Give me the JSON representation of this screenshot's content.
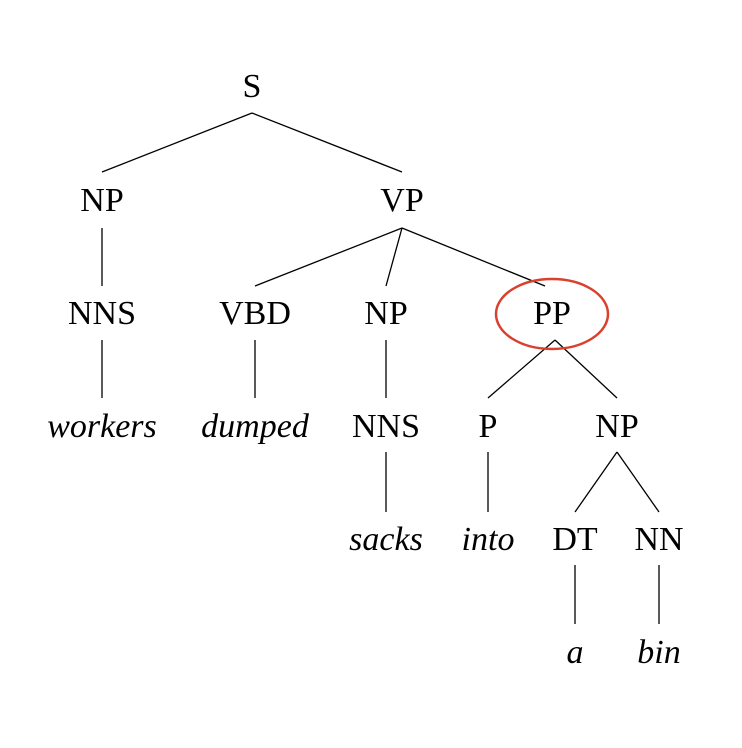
{
  "tree": {
    "nodes": {
      "s": "S",
      "np_subj": "NP",
      "vp": "VP",
      "nns_subj": "NNS",
      "vbd": "VBD",
      "np_obj": "NP",
      "pp": "PP",
      "nns_obj": "NNS",
      "p": "P",
      "np_pp": "NP",
      "dt": "DT",
      "nn": "NN"
    },
    "leaves": {
      "workers": "workers",
      "dumped": "dumped",
      "sacks": "sacks",
      "into": "into",
      "a": "a",
      "bin": "bin"
    },
    "highlight": {
      "node": "pp",
      "color": "#d9412e"
    }
  }
}
